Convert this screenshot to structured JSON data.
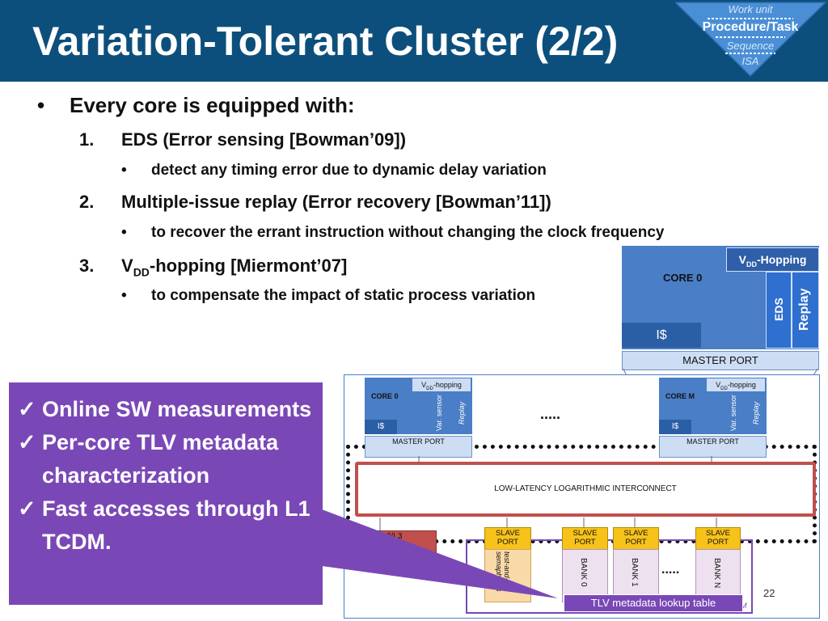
{
  "title": "Variation-Tolerant Cluster (2/2)",
  "badge": {
    "line1": "Work unit",
    "line2": "Procedure/Task",
    "line3": "Sequence",
    "line4": "ISA"
  },
  "bullets": {
    "main": "Every core is equipped with:",
    "items": [
      {
        "num": "1.",
        "text": "EDS (Error sensing [Bowman’09])",
        "sub": "detect any timing error due to dynamic delay variation"
      },
      {
        "num": "2.",
        "text": "Multiple-issue replay (Error recovery [Bowman’11])",
        "sub": "to recover the errant instruction without changing the clock frequency"
      },
      {
        "num": "3.",
        "text_prefix": "V",
        "text_sub": "DD",
        "text_suffix": "-hopping [Miermont’07]",
        "sub": "to compensate the impact of static process variation"
      }
    ],
    "bullet_glyph": "•"
  },
  "core_zoom": {
    "vdd_prefix": "V",
    "vdd_sub": "DD",
    "vdd_suffix": "-Hopping",
    "core_label": "CORE 0",
    "eds": "EDS",
    "replay": "Replay",
    "icache": "I$",
    "master_port": "MASTER PORT"
  },
  "cluster": {
    "core_left": {
      "name": "CORE 0",
      "vdd_prefix": "V",
      "vdd_sub": "DD",
      "vdd_suffix": "-hopping",
      "var_sensor": "Var. sensor",
      "replay": "Replay",
      "icache": "I$",
      "port": "MASTER PORT"
    },
    "core_right": {
      "name": "CORE M",
      "vdd_prefix": "V",
      "vdd_sub": "DD",
      "vdd_suffix": "-hopping",
      "var_sensor": "Var. sensor",
      "replay": "Replay",
      "icache": "I$",
      "port": "MASTER PORT"
    },
    "ellipsis_top": ".....",
    "interconnect": "LOW-LATENCY LOGARITHMIC INTERCONNECT",
    "l2_partial": "2/L3",
    "slave_port": "SLAVE PORT",
    "sem_bank": "test-and-set semaphores",
    "banks": [
      "BANK 0",
      "BANK 1",
      "BANK N"
    ],
    "ellipsis_bottom": ".....",
    "tcdm_partial": "M"
  },
  "callout": {
    "check": "✓",
    "items": [
      "Online SW measurements",
      "Per-core TLV metadata characterization",
      "Fast accesses through L1 TCDM."
    ],
    "tooltip": "TLV metadata lookup table"
  },
  "page_number": "22",
  "colors": {
    "header": "#0d4f7c",
    "callout": "#7a48b6",
    "core_blue": "#4a7ec6",
    "slave_yellow": "#f7c21a",
    "interconnect_border": "#c0504d"
  }
}
